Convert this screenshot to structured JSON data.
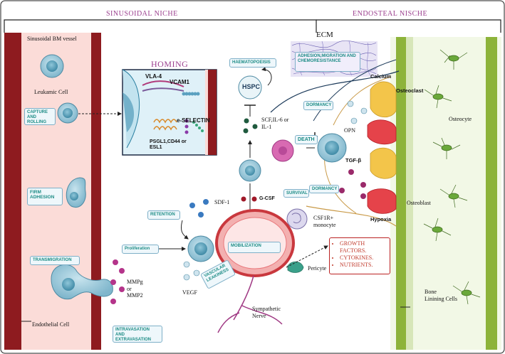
{
  "header": {
    "sinusoidal": "SINUSOIDAL NICHE",
    "endosteal": "ENDOSTEAL NISCHE",
    "ecm": "ECM"
  },
  "labels": {
    "vessel": "Sinusoidal BM vessel",
    "leukamic_cell": "Leukamic Cell",
    "homing": "HOMING",
    "vla4": "VLA-4",
    "vcam1": "VCAM1",
    "eselectin": "e-SELECTIN",
    "psgl1": "PSGL1,CD44 or ESL1",
    "hspc": "HSPC",
    "scf": "SCF,IL-6 or IL-1",
    "gcsf": "G-CSF",
    "sdf1": "SDF-1",
    "opn": "OPN",
    "tgfb": "TGF-β",
    "calcium": "Calcium",
    "osteoclast": "Osteoclast",
    "osteocyte": "Osteocyte",
    "osteoblast": "Osteoblast",
    "hypoxia": "Hypoxia",
    "csf1r": "CSF1R+ monocyte",
    "vegf": "VEGF",
    "mmp": "MMPg or MMP2",
    "pericyte": "Pericyte",
    "sympathetic": "Sympathetic Nerve",
    "bone_lining": "Bone Linining Cells",
    "endothelial": "Endothelial Cell"
  },
  "boxes": {
    "adhesion": "ADHESION,MIGRATION AND CHEMORESISTANCE",
    "haematopoeisis": "HAEMATOPOEISIS",
    "capture": "CAPTURE AND ROLLING",
    "firm": "FIRM ADHESION",
    "transmigration": "TRANSMIGRATION",
    "dormancy1": "DORMANCY",
    "death": "DEATH",
    "survival": "SURVIVAL",
    "dormancy2": "DORMANCY",
    "retention": "RETENTION",
    "proliferation": "Proliferation",
    "mobilization": "MOBILIZATION",
    "vascular": "VASCULAR LEAKINESS",
    "intravasation": "INTRAVASATION AND EXTRAVASATION"
  },
  "factors": [
    "GROWTH FACTORS.",
    "CYTOKINES.",
    "NUTRIENTS."
  ],
  "colors": {
    "vessel_red": "#8e1b1f",
    "vessel_pink": "#fbdcd8",
    "bone_green": "#8db33a",
    "niche_title": "#9b3e8e",
    "box_text": "#1d8c86",
    "factor_red": "#c0392b"
  }
}
